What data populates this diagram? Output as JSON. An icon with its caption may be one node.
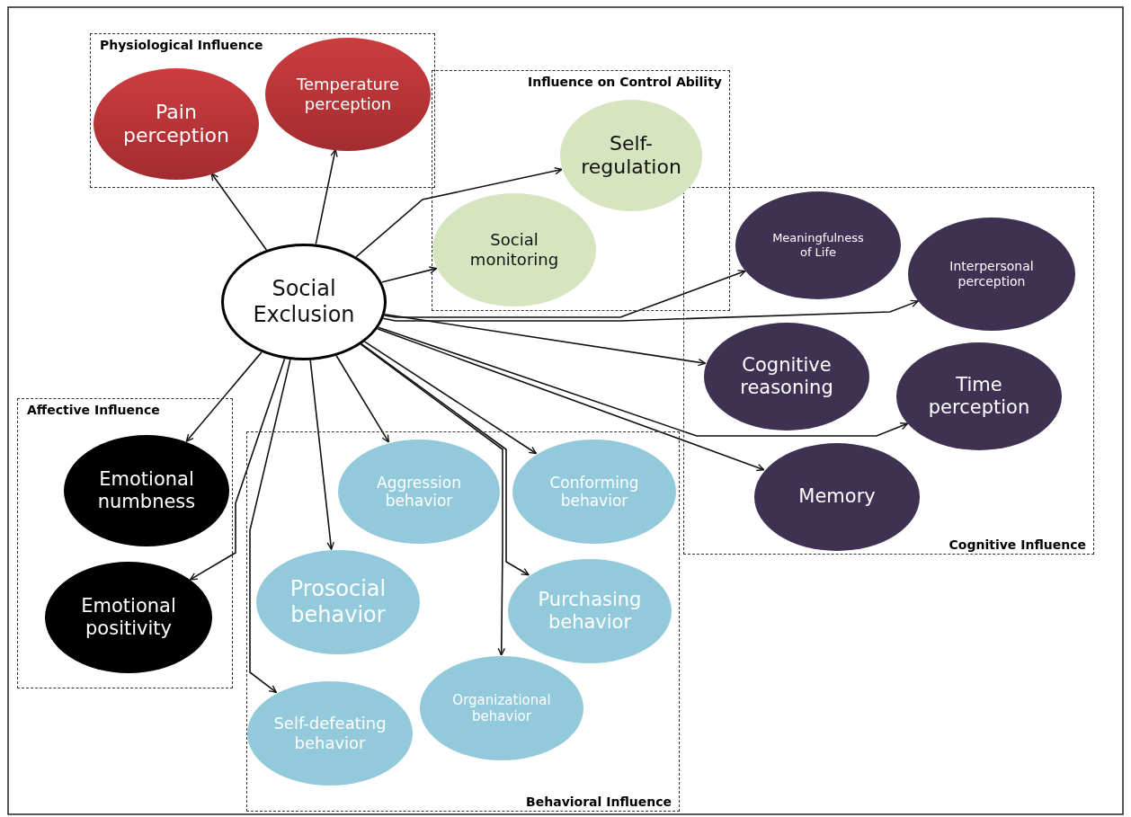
{
  "diagram": {
    "nodes": [
      {
        "text": [
          "Physiological Influence"
        ]
      },
      {
        "text": [
          "Pain perception"
        ],
        "in": 0
      },
      {
        "text": [
          "Temperature perception"
        ],
        "in": 0
      },
      {
        "text": [
          "Influence on Control Ability"
        ]
      },
      {
        "text": [
          "Self-regulation"
        ],
        "in": 3
      },
      {
        "text": [
          "Social monitoring"
        ],
        "in": 3
      },
      {
        "text": [
          "Social Exclusion"
        ]
      },
      {
        "text": [
          "Affective Influence"
        ]
      },
      {
        "text": [
          "Emotional numbness"
        ],
        "in": 7
      },
      {
        "text": [
          "Emotional positivity"
        ],
        "in": 7
      },
      {
        "text": [
          "Behavioral Influence"
        ]
      },
      {
        "text": [
          "Aggression behavior"
        ],
        "in": 10
      },
      {
        "text": [
          "Conforming behavior"
        ],
        "in": 10
      },
      {
        "text": [
          "Prosocial behavior"
        ],
        "in": 10
      },
      {
        "text": [
          "Purchasing behavior"
        ],
        "in": 10
      },
      {
        "text": [
          "Self-defeating behavior"
        ],
        "in": 10
      },
      {
        "text": [
          "Organizational behavior"
        ],
        "in": 10
      },
      {
        "text": [
          "Cognitive Influence"
        ]
      },
      {
        "text": [
          "Meaningfulness of Life"
        ],
        "in": 17
      },
      {
        "text": [
          "Interpersonal perception"
        ],
        "in": 17
      },
      {
        "text": [
          "Cognitive reasoning"
        ],
        "in": 17
      },
      {
        "text": [
          "Time perception"
        ],
        "in": 17
      },
      {
        "text": [
          "Memory"
        ],
        "in": 17
      }
    ],
    "edges": [
      {
        "from": 6,
        "to": 1,
        "arrow": "to"
      },
      {
        "from": 6,
        "to": 2,
        "arrow": "to"
      },
      {
        "from": 6,
        "to": 4,
        "arrow": "to"
      },
      {
        "from": 6,
        "to": 5,
        "arrow": "to"
      },
      {
        "from": 6,
        "to": 18,
        "arrow": "to"
      },
      {
        "from": 6,
        "to": 19,
        "arrow": "to"
      },
      {
        "from": 6,
        "to": 20,
        "arrow": "to"
      },
      {
        "from": 6,
        "to": 21,
        "arrow": "to"
      },
      {
        "from": 6,
        "to": 22,
        "arrow": "to"
      },
      {
        "from": 6,
        "to": 8,
        "arrow": "to"
      },
      {
        "from": 6,
        "to": 9,
        "arrow": "to"
      },
      {
        "from": 6,
        "to": 11,
        "arrow": "to"
      },
      {
        "from": 6,
        "to": 12,
        "arrow": "to"
      },
      {
        "from": 6,
        "to": 13,
        "arrow": "to"
      },
      {
        "from": 6,
        "to": 14,
        "arrow": "to"
      },
      {
        "from": 6,
        "to": 15,
        "arrow": "to"
      },
      {
        "from": 6,
        "to": 16,
        "arrow": "to"
      }
    ]
  }
}
